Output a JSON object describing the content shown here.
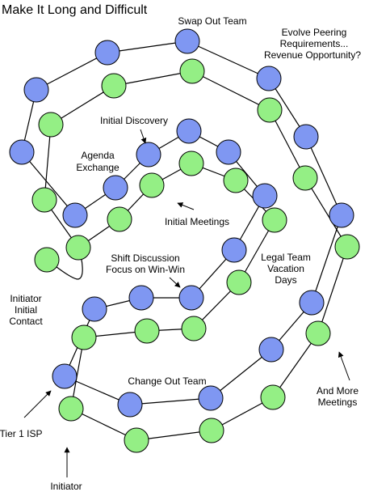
{
  "title": "Make It Long and Difficult",
  "colors": {
    "blue_node": "#7f97f2",
    "green_node": "#94ef85",
    "line": "#000000"
  },
  "labels": {
    "swap_out_team": "Swap Out Team",
    "evolve_1": "Evolve Peering",
    "evolve_2": "Requirements...",
    "evolve_3": "Revenue Opportunity?",
    "initial_discovery": "Initial Discovery",
    "agenda_1": "Agenda",
    "agenda_2": "Exchange",
    "initial_meetings": "Initial Meetings",
    "shift_1": "Shift Discussion",
    "shift_2": "Focus on Win-Win",
    "legal_1": "Legal Team",
    "legal_2": "Vacation",
    "legal_3": "Days",
    "initiator_contact_1": "Initiator",
    "initiator_contact_2": "Initial",
    "initiator_contact_3": "Contact",
    "change_out_team": "Change Out Team",
    "more_meetings_1": "And More",
    "more_meetings_2": "Meetings",
    "tier1_isp": "Tier 1 ISP",
    "initiator": "Initiator"
  }
}
